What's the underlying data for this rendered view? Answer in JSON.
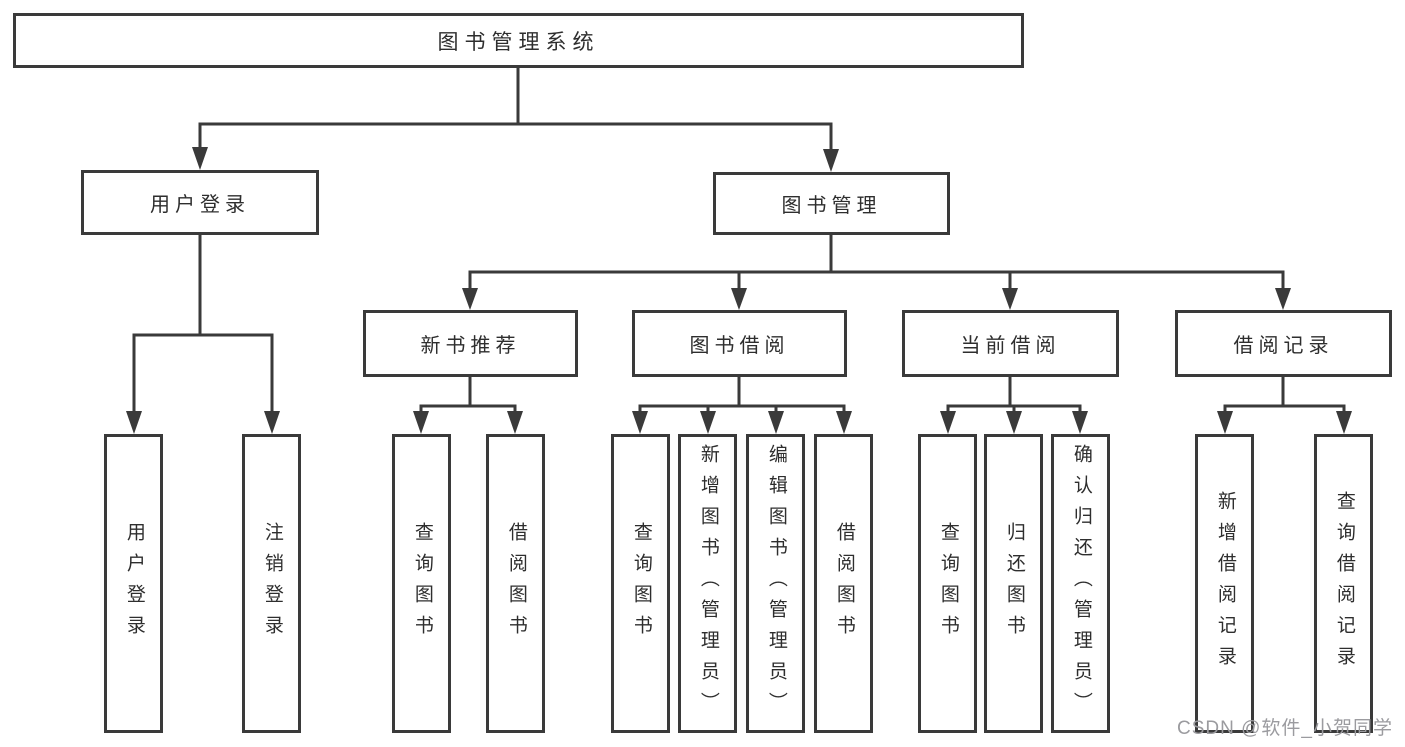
{
  "diagram": {
    "root": {
      "label": "图书管理系统"
    },
    "branches": [
      {
        "label": "用户登录",
        "children": [
          {
            "label": "用户登录"
          },
          {
            "label": "注销登录"
          }
        ]
      },
      {
        "label": "图书管理",
        "children": [
          {
            "label": "新书推荐",
            "children": [
              {
                "label": "查询图书"
              },
              {
                "label": "借阅图书"
              }
            ]
          },
          {
            "label": "图书借阅",
            "children": [
              {
                "label": "查询图书"
              },
              {
                "label": "新增图书（管理员）"
              },
              {
                "label": "编辑图书（管理员）"
              },
              {
                "label": "借阅图书"
              }
            ]
          },
          {
            "label": "当前借阅",
            "children": [
              {
                "label": "查询图书"
              },
              {
                "label": "归还图书"
              },
              {
                "label": "确认归还（管理员）"
              }
            ]
          },
          {
            "label": "借阅记录",
            "children": [
              {
                "label": "新增借阅记录"
              },
              {
                "label": "查询借阅记录"
              }
            ]
          }
        ]
      }
    ]
  },
  "watermark": {
    "text": "CSDN @软件_小贺同学"
  },
  "colors": {
    "line": "#3a3a3a",
    "text": "#2e2e2e",
    "watermark": "#9b9b9f",
    "background": "#ffffff"
  }
}
